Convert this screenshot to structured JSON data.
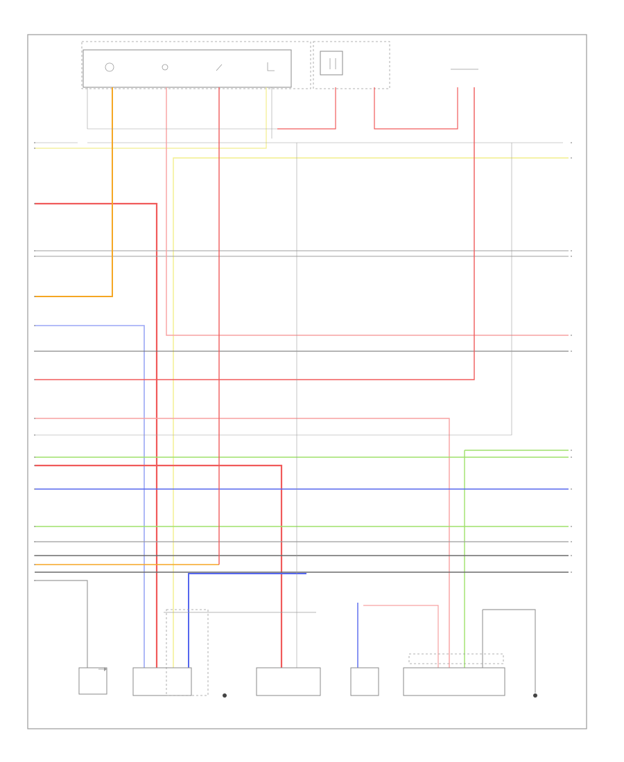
{
  "footer_code": "",
  "top": {
    "instrument_cluster": {
      "title": "",
      "texts": [
        "",
        "",
        "",
        "",
        ""
      ]
    },
    "fuse_box": {
      "title": "",
      "texts": [
        "",
        "",
        ""
      ]
    },
    "right_note": {
      "texts": [
        "",
        "",
        "",
        "",
        "",
        ""
      ]
    },
    "connector_right": {
      "texts": [
        "",
        ""
      ]
    },
    "ground_note": {
      "texts": [
        "",
        "",
        "",
        ""
      ]
    }
  },
  "wires": {
    "left_labels": [
      "",
      "",
      "",
      "",
      "",
      "",
      "",
      "",
      "",
      "",
      "",
      "",
      "",
      "",
      "",
      "",
      "",
      "",
      ""
    ],
    "right_labels": [
      "",
      "",
      "",
      "",
      "",
      "",
      "",
      "",
      "",
      "",
      "",
      "",
      ""
    ]
  },
  "components": [
    {
      "id": "capacitor",
      "label": "",
      "sublabels": []
    },
    {
      "id": "sensor-1",
      "label": "",
      "sublabels": [
        "",
        "",
        "",
        ""
      ]
    },
    {
      "id": "ground-a",
      "label": "",
      "sublabels": [
        "",
        ""
      ]
    },
    {
      "id": "sensor-2",
      "label": "",
      "sublabels": [
        "",
        "",
        "",
        ""
      ]
    },
    {
      "id": "relay",
      "label": "",
      "sublabels": [
        ""
      ]
    },
    {
      "id": "control-module",
      "label": "",
      "sublabels": [
        "",
        ""
      ]
    },
    {
      "id": "ground-b",
      "label": "",
      "sublabels": [
        "",
        "",
        ""
      ]
    }
  ],
  "colors": {
    "red": "#f05a5a",
    "pink": "#f7a0a0",
    "orange": "#f5a623",
    "yellow": "#f2ee8c",
    "gray": "#9c9c9c",
    "dark_gray": "#6a6a6a",
    "blue": "#5566ee",
    "light_blue": "#9aa6f5",
    "green": "#9ee06a",
    "frame": "#9a9a9a"
  }
}
